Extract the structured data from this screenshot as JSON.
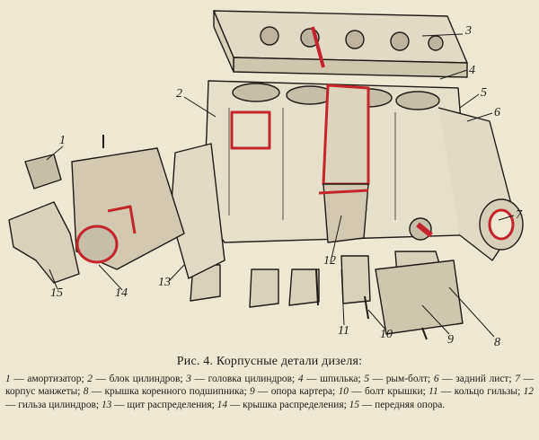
{
  "figure": {
    "callouts": [
      "1",
      "2",
      "3",
      "4",
      "5",
      "6",
      "7",
      "8",
      "9",
      "10",
      "11",
      "12",
      "13",
      "14",
      "15"
    ],
    "colors": {
      "ink": "#1f1b18",
      "paper": "#eee7d4",
      "highlight": "#c4252b",
      "shade": "#8a8276"
    }
  },
  "caption": {
    "title": "Рис. 4. Корпусные детали дизеля:",
    "items": [
      {
        "num": "1",
        "text": "амортизатор;"
      },
      {
        "num": "2",
        "text": "блок цилиндров;"
      },
      {
        "num": "3",
        "text": "головка цилиндров;"
      },
      {
        "num": "4",
        "text": "шпилька;"
      },
      {
        "num": "5",
        "text": "рым-болт;"
      },
      {
        "num": "6",
        "text": "задний лист;"
      },
      {
        "num": "7",
        "text": "корпус манжеты;"
      },
      {
        "num": "8",
        "text": "крышка коренного подшипника;"
      },
      {
        "num": "9",
        "text": "опора картера;"
      },
      {
        "num": "10",
        "text": "болт крышки;"
      },
      {
        "num": "11",
        "text": "кольцо гильзы;"
      },
      {
        "num": "12",
        "text": "гильза цилиндров;"
      },
      {
        "num": "13",
        "text": "щит распределения;"
      },
      {
        "num": "14",
        "text": "крышка распределения;"
      },
      {
        "num": "15",
        "text": "передняя опора."
      }
    ]
  }
}
